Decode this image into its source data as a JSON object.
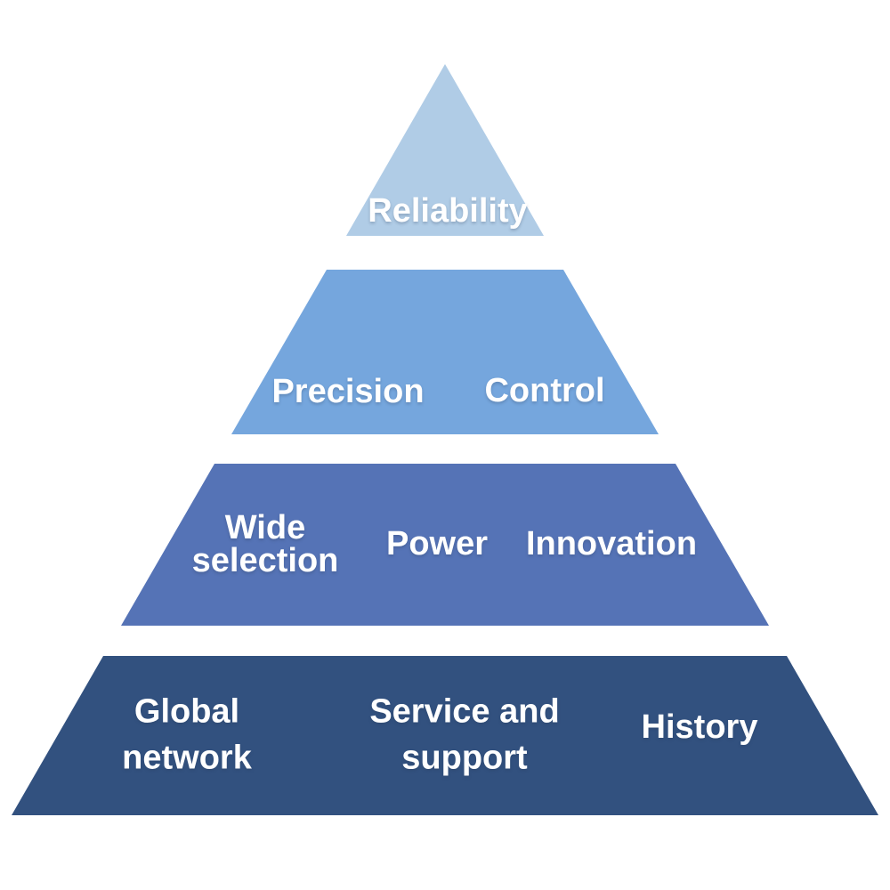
{
  "diagram": {
    "type": "pyramid",
    "level_count": 4,
    "background": "#ffffff",
    "text_color": "#ffffff"
  },
  "levels": [
    {
      "name": "level-1-top",
      "color": "#b0cce6",
      "labels": [
        {
          "text": "Reliability"
        }
      ]
    },
    {
      "name": "level-2",
      "color": "#75a6dd",
      "labels": [
        {
          "text": "Precision"
        },
        {
          "text": "Control"
        }
      ]
    },
    {
      "name": "level-3",
      "color": "#5573b6",
      "labels": [
        {
          "text": "Wide\nselection"
        },
        {
          "text": "Power"
        },
        {
          "text": "Innovation"
        }
      ]
    },
    {
      "name": "level-4-base",
      "color": "#32517f",
      "labels": [
        {
          "text": "Global\nnetwork"
        },
        {
          "text": "Service and\nsupport"
        },
        {
          "text": "History"
        }
      ]
    }
  ]
}
